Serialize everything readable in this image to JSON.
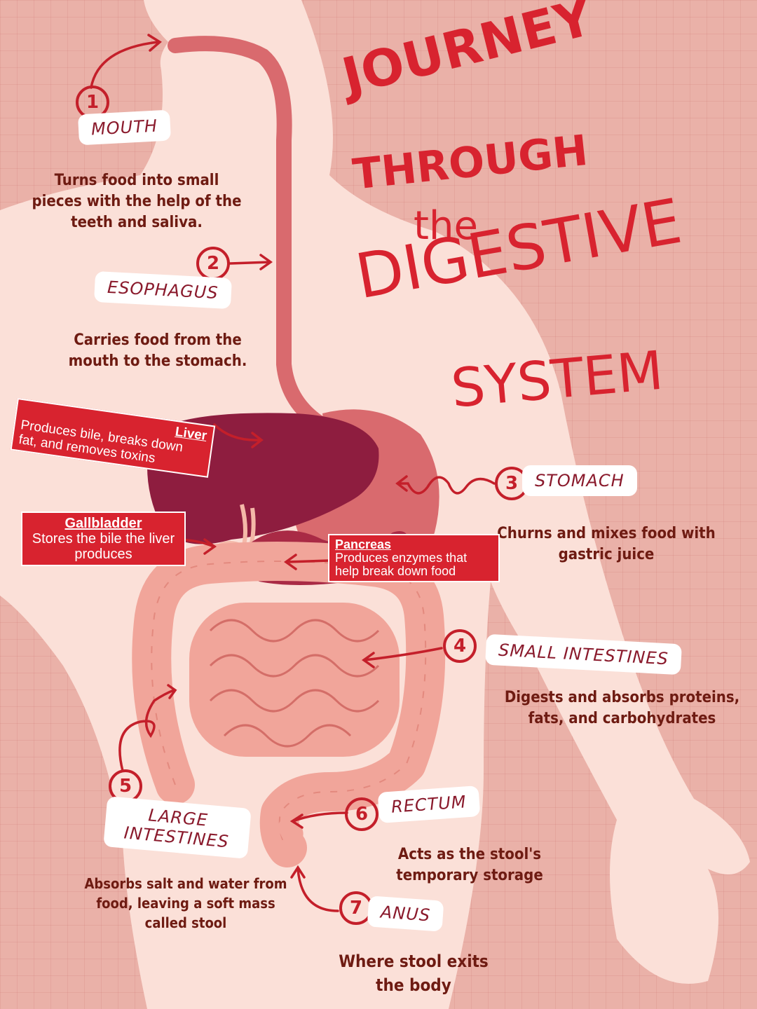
{
  "title": {
    "line1": "JOURNEY",
    "line2": "THROUGH",
    "line3": "the",
    "line4": "DIGESTIVE",
    "line5": "SYSTEM"
  },
  "steps": [
    {
      "number": "1",
      "name": "MOUTH",
      "description": "Turns food into small pieces with the help of the teeth and saliva."
    },
    {
      "number": "2",
      "name": "ESOPHAGUS",
      "description": "Carries food from the mouth to the stomach."
    },
    {
      "number": "3",
      "name": "STOMACH",
      "description": "Churns and mixes food with gastric juice"
    },
    {
      "number": "4",
      "name": "SMALL INTESTINES",
      "description": "Digests and absorbs proteins, fats, and carbohydrates"
    },
    {
      "number": "5",
      "name": "LARGE INTESTINES",
      "description": "Absorbs salt and water from food, leaving a soft mass called stool"
    },
    {
      "number": "6",
      "name": "RECTUM",
      "description": "Acts as the stool's temporary storage"
    },
    {
      "number": "7",
      "name": "ANUS",
      "description": "Where stool exits the body"
    }
  ],
  "callouts": {
    "liver": {
      "title": "Liver",
      "text": "Produces bile, breaks down fat, and removes toxins"
    },
    "gallbladder": {
      "title": "Gallbladder",
      "text": "Stores the bile the liver produces"
    },
    "pancreas": {
      "title": "Pancreas",
      "text": "Produces enzymes that help break down food"
    }
  },
  "colors": {
    "background": "#eab1a8",
    "body": "#fbe0d8",
    "accent_red": "#d8232f",
    "liver": "#8e1d3f",
    "stomach": "#d96a6e",
    "intestine": "#f1a59a",
    "text_dark": "#6e1b12"
  }
}
